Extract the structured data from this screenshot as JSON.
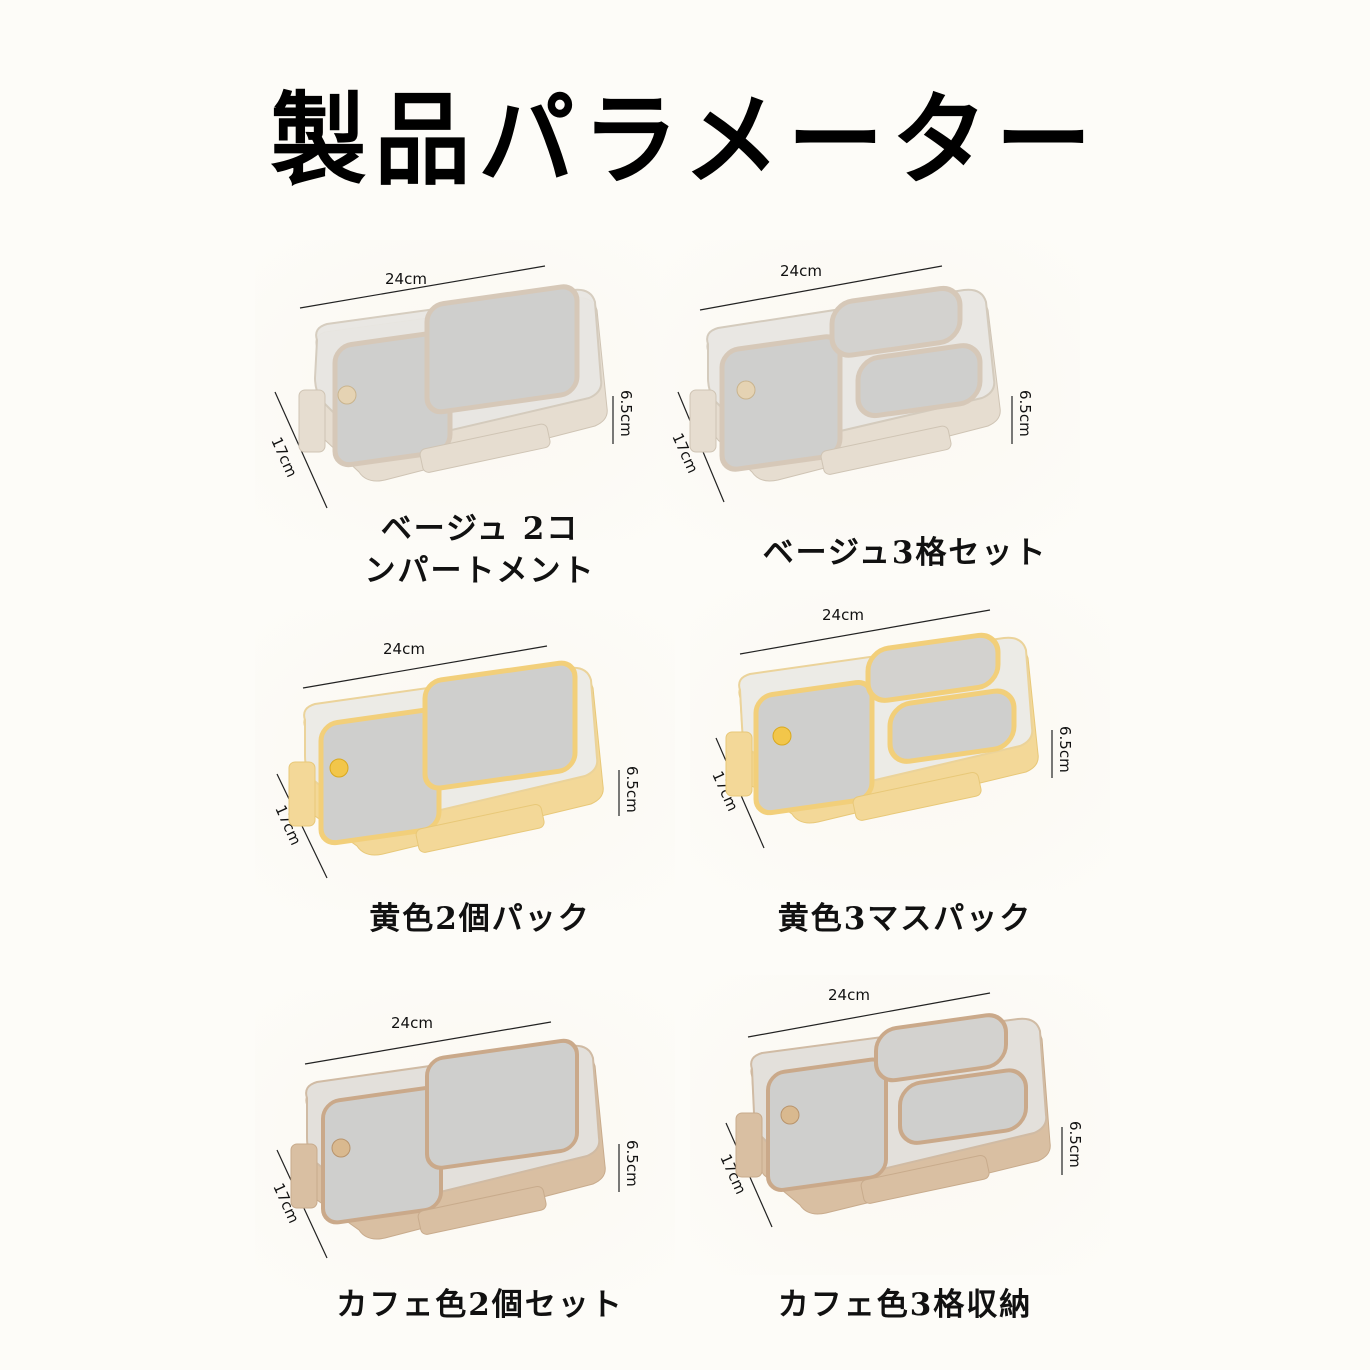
{
  "title": "製品パラメーター",
  "dimensions": {
    "width": "24cm",
    "depth": "17cm",
    "height": "6.5cm"
  },
  "products": [
    {
      "label_line1": "ベージュ 2コ",
      "label_line2": "ンパートメント",
      "color": "beige",
      "compartments": 2,
      "body_hex": "#e6ddd0",
      "seal_hex": "#d6c8b8"
    },
    {
      "label_line1": "ベージュ3格セット",
      "label_line2": "",
      "color": "beige",
      "compartments": 3,
      "body_hex": "#e6ddd0",
      "seal_hex": "#d6c8b8"
    },
    {
      "label_line1": "黄色2個パック",
      "label_line2": "",
      "color": "yellow",
      "compartments": 2,
      "body_hex": "#f3d898",
      "seal_hex": "#f2cf7a"
    },
    {
      "label_line1": "黄色3マスパック",
      "label_line2": "",
      "color": "yellow",
      "compartments": 3,
      "body_hex": "#f3d898",
      "seal_hex": "#f2cf7a"
    },
    {
      "label_line1": "カフェ色2個セット",
      "label_line2": "",
      "color": "cafe",
      "compartments": 2,
      "body_hex": "#d9bfa2",
      "seal_hex": "#caa98a"
    },
    {
      "label_line1": "カフェ色3格収納",
      "label_line2": "",
      "color": "cafe",
      "compartments": 3,
      "body_hex": "#d9bfa2",
      "seal_hex": "#caa98a"
    }
  ]
}
